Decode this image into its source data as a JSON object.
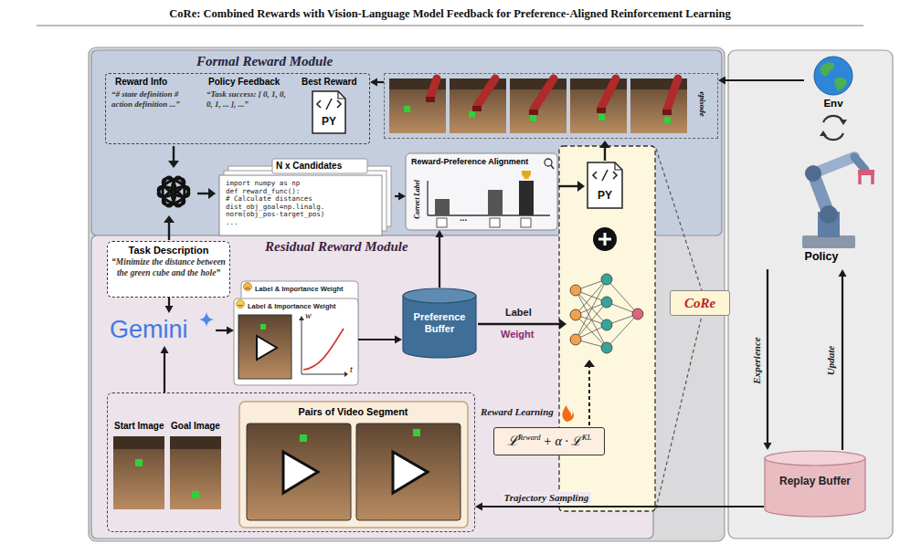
{
  "diagram": {
    "title": "CoRe: Combined Rewards with Vision-Language Model Feedback for Preference-Aligned Reinforcement Learning",
    "nodes": [
      {
        "text": [
          "Formal Reward Module"
        ]
      },
      {
        "text": [
          "Reward Info",
          "“# state definition # action definition ...”",
          "Policy Feedback",
          "“Task success: [ 0, 1, 0, 0, 1, ... ], ...”",
          "Best Reward"
        ],
        "in": 0
      },
      {
        "text": [
          "episode"
        ],
        "in": 0
      },
      {
        "text": [
          "N x Candidates",
          "import numpy as np",
          "def reward_func():",
          "# Calculate distances",
          "dist_obj_goal=np.linalg.",
          "norm(obj_pos-target_pos)",
          "..."
        ],
        "in": 0
      },
      {
        "text": [
          "Reward-Preference Alignment",
          "Correct Label"
        ],
        "in": 0
      },
      {
        "text": [
          "Residual Reward Module"
        ]
      },
      {
        "text": [
          "Task Description",
          "“Minimize the distance between the green cube and the hole”"
        ],
        "in": 5
      },
      {
        "text": [
          "Gemini"
        ],
        "in": 5
      },
      {
        "text": [
          "Label & Importance Weight"
        ],
        "in": 5
      },
      {
        "text": [
          "Label & Importance Weight",
          "w",
          "t"
        ],
        "in": 5
      },
      {
        "text": [
          "Preference Buffer"
        ],
        "in": 5
      },
      {
        "text": [
          "Start Image",
          "Goal Image"
        ],
        "in": 5
      },
      {
        "text": [
          "Pairs of Video Segment"
        ],
        "in": 11
      },
      {
        "text": [
          "ℒ",
          "Reward",
          "+ α · ℒ",
          "KL"
        ],
        "in": 5
      },
      {
        "text": [
          "Env"
        ]
      },
      {
        "text": [
          "Policy"
        ]
      },
      {
        "text": [
          "CoRe"
        ]
      },
      {
        "text": [
          "Replay Buffer"
        ]
      }
    ],
    "edges": [
      {
        "from": 2,
        "to": 1,
        "arrow": "to"
      },
      {
        "from": 14,
        "to": 2,
        "arrow": "to"
      },
      {
        "from": 3,
        "to": 4,
        "arrow": "to"
      },
      {
        "from": 6,
        "to": 7,
        "arrow": "to"
      },
      {
        "from": 11,
        "to": 7,
        "arrow": "to"
      },
      {
        "from": 7,
        "to": 9,
        "arrow": "to"
      },
      {
        "from": 9,
        "to": 10,
        "arrow": "to"
      },
      {
        "from": 10,
        "to": 4,
        "arrow": "to"
      },
      {
        "from": 15,
        "to": 17,
        "label": "Experience",
        "arrow": "to"
      },
      {
        "from": 17,
        "to": 15,
        "label": "Update",
        "arrow": "to"
      },
      {
        "from": 17,
        "to": 11,
        "label": "Trajectory Sampling",
        "arrow": "to"
      }
    ],
    "labels": [
      "PY",
      "PY",
      "...",
      "Label",
      "Weight",
      "Reward Learning"
    ]
  }
}
